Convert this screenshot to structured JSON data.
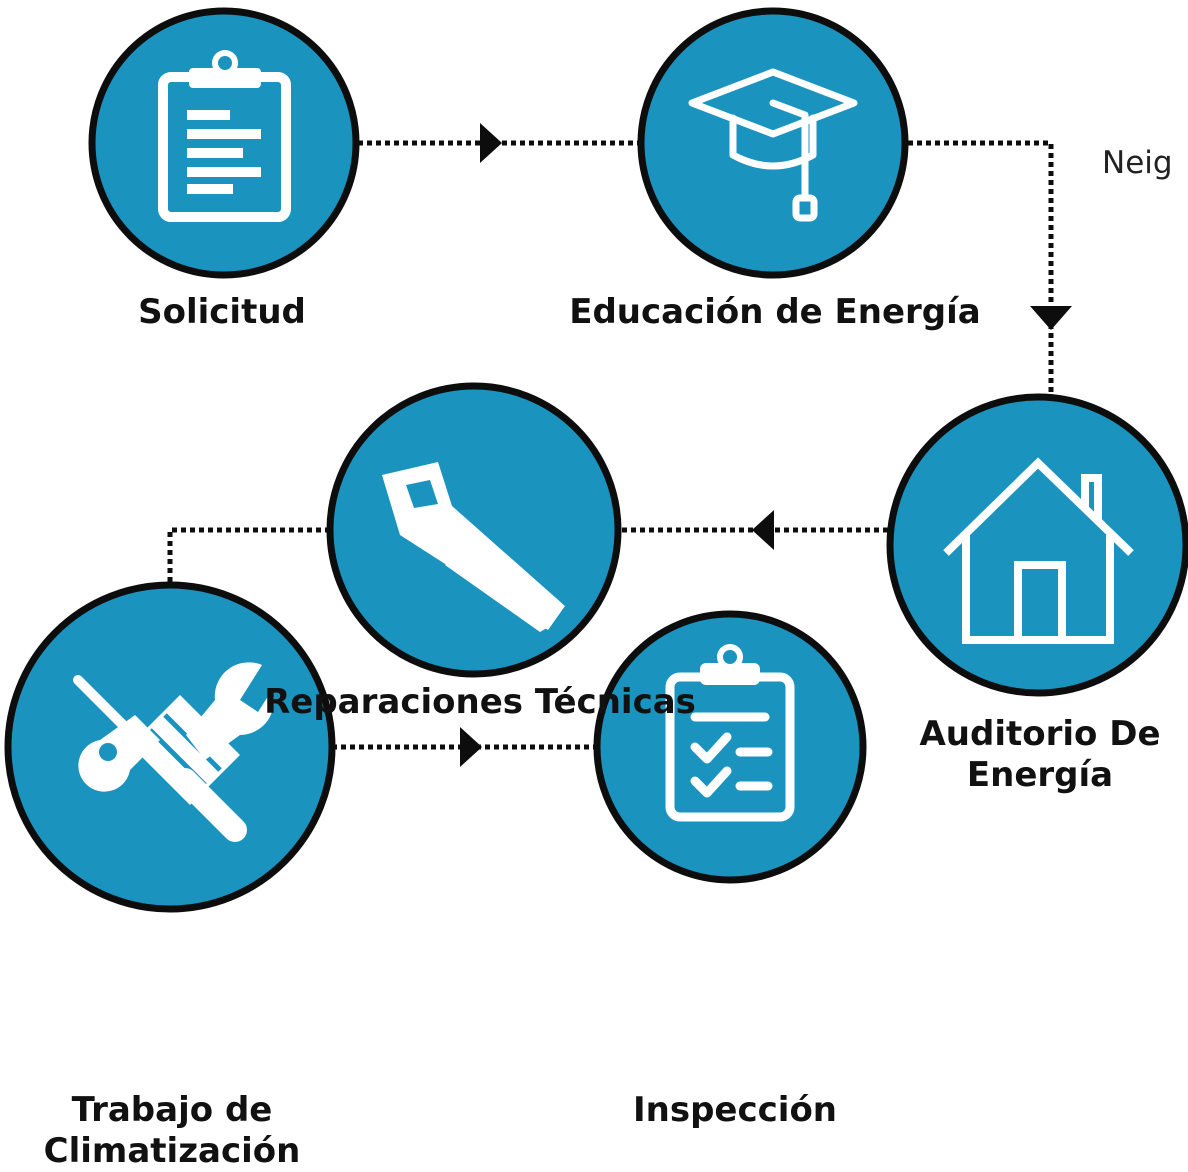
{
  "steps": [
    {
      "id": "solicitud",
      "label": "Solicitud",
      "icon": "clipboard-icon"
    },
    {
      "id": "educacion",
      "label": "Educación de Energía",
      "icon": "graduation-cap-icon"
    },
    {
      "id": "auditorio",
      "label_line1": "Auditorio De",
      "label_line2": "Energía",
      "icon": "house-icon"
    },
    {
      "id": "reparaciones",
      "label": "Reparaciones Técnicas",
      "icon": "saw-icon"
    },
    {
      "id": "trabajo",
      "label_line1": "Trabajo de",
      "label_line2": "Climatización",
      "icon": "screwdriver-wrench-icon"
    },
    {
      "id": "inspeccion",
      "label": "Inspección",
      "icon": "checklist-clipboard-icon"
    }
  ],
  "side_text": "Neig",
  "colors": {
    "circle_fill": "#1b93bf",
    "circle_stroke": "#0d0d0d",
    "connector": "#0d0d0d",
    "icon": "#ffffff"
  }
}
